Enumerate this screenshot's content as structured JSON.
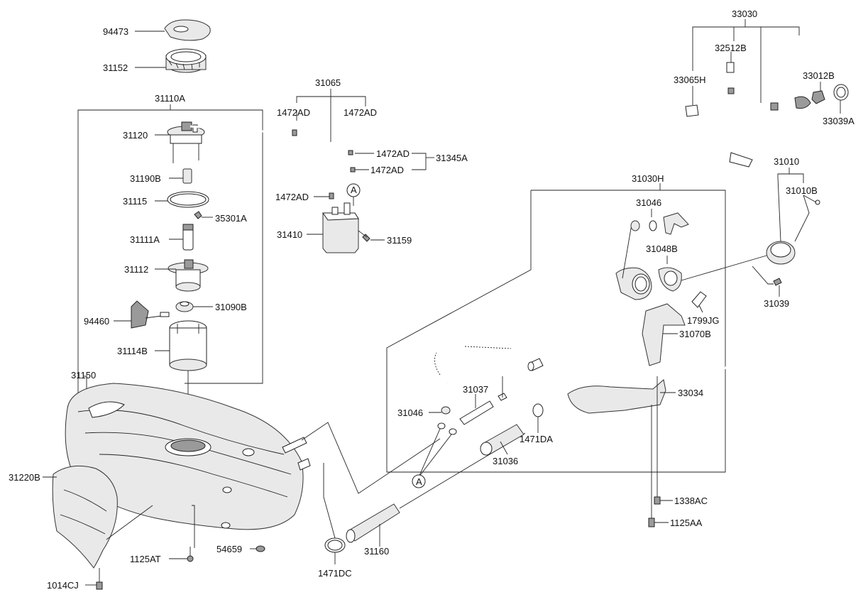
{
  "diagram": {
    "labels": {
      "p94473": "94473",
      "p31152": "31152",
      "p31110A": "31110A",
      "p31120": "31120",
      "p31190B": "31190B",
      "p31115": "31115",
      "p35301A": "35301A",
      "p31111A": "31111A",
      "p31112": "31112",
      "p31090B": "31090B",
      "p94460": "94460",
      "p31114B": "31114B",
      "p31150": "31150",
      "p31220B": "31220B",
      "p1125AT": "1125AT",
      "p54659": "54659",
      "p1014CJ": "1014CJ",
      "p1471DC": "1471DC",
      "p31160": "31160",
      "p31065": "31065",
      "p1472AD_a": "1472AD",
      "p1472AD_b": "1472AD",
      "p1472AD_c": "1472AD",
      "p1472AD_d": "1472AD",
      "p1472AD_e": "1472AD",
      "p31345A": "31345A",
      "pRefA1": "A",
      "p31410": "31410",
      "p31159": "31159",
      "p31030H": "31030H",
      "p31046_a": "31046",
      "p31048B": "31048B",
      "p1799JG": "1799JG",
      "p31070B": "31070B",
      "p31037": "31037",
      "p31046_b": "31046",
      "p1471DA": "1471DA",
      "p31036": "31036",
      "pRefA2": "A",
      "p33034": "33034",
      "p1338AC": "1338AC",
      "p1125AA": "1125AA",
      "p33030": "33030",
      "p32512B": "32512B",
      "p33065H": "33065H",
      "p33012B": "33012B",
      "p33039A": "33039A",
      "p31010": "31010",
      "p31010B": "31010B",
      "p31039": "31039"
    }
  }
}
